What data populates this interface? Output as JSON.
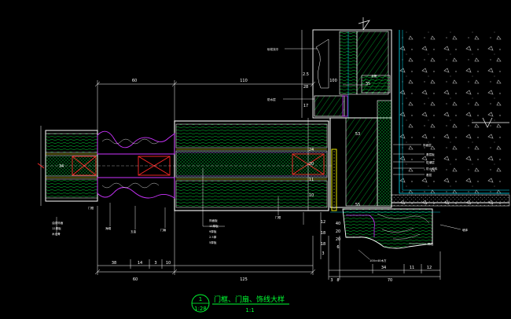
{
  "title": {
    "number": "1",
    "sheet": "1:28",
    "text": "门框、门扇、饰线大样",
    "scale": "1:1"
  },
  "dimensions": {
    "top": [
      "60",
      "110"
    ],
    "bottom_row1": [
      "38",
      "14",
      "3",
      "10"
    ],
    "bottom_row2": [
      "60",
      "125"
    ],
    "right_bottom": [
      "3",
      "8",
      "70"
    ],
    "right_mid": [
      "34",
      "11",
      "12"
    ],
    "vertical_left": [
      "34"
    ],
    "vertical_mid": [
      "53",
      "24",
      "20",
      "11",
      "10"
    ],
    "vertical_upper": [
      "17",
      "28",
      "2.5"
    ],
    "vertical_right": [
      "12",
      "18",
      "18",
      "3"
    ],
    "small": [
      "40",
      "20",
      "20",
      "6",
      "35",
      "100",
      "55"
    ]
  },
  "labels": {
    "upper_right": [
      "砂浆找平",
      "防水层",
      "龙骨"
    ],
    "right_mid": [
      "饰面层",
      "基层板",
      "防潮层",
      "防火涂料",
      "基层"
    ],
    "right_low": [
      "墙体",
      "饰线"
    ],
    "left_bottom": [
      "油漆饰面",
      "12厚板",
      "木龙骨"
    ],
    "mid_bottom": [
      "海绵",
      "五金",
      "门扇"
    ],
    "center_bottom": [
      "饰面板",
      "12厚板",
      "9厚板",
      "2.5厚",
      "5厚板"
    ],
    "right_bottom": [
      "门框",
      "100×40木方"
    ],
    "left_side": [
      "门框"
    ]
  },
  "colors": {
    "background": "#000000",
    "outline": "#ffffff",
    "hatch": "#00ff33",
    "magenta": "#cc33ff",
    "cyan": "#00e5ff",
    "red": "#ff2a2a",
    "yellow": "#ffff00",
    "title": "#00ff33"
  }
}
